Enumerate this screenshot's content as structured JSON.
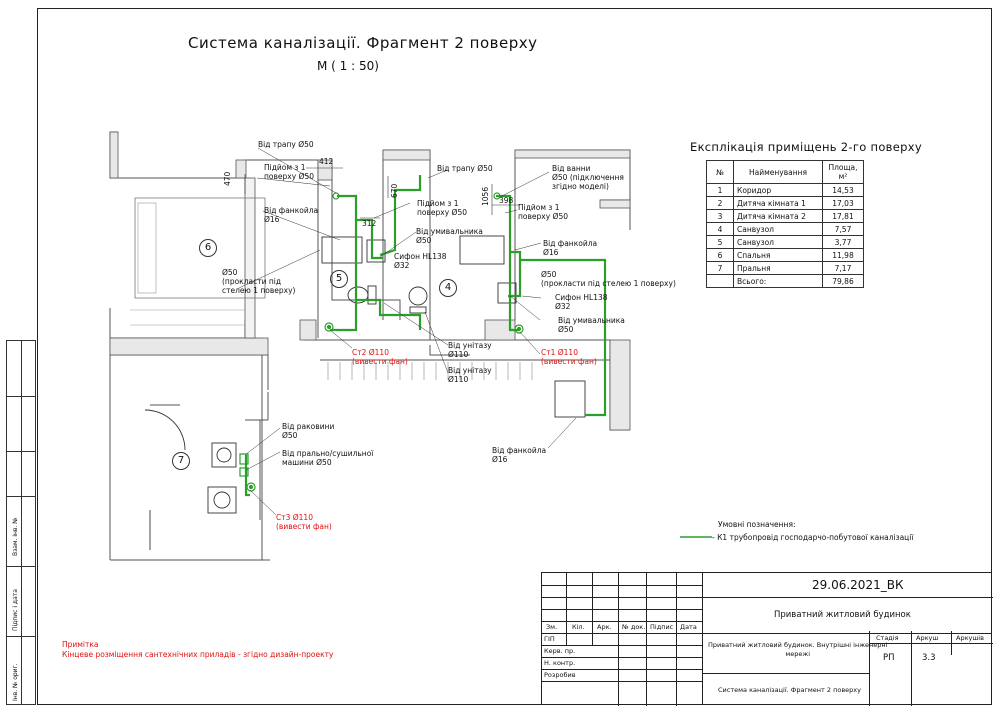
{
  "title": "Система каналізації. Фрагмент 2 поверху",
  "scale": "М ( 1 : 50)",
  "rooms": [
    "6",
    "5",
    "4",
    "7"
  ],
  "dims": [
    "412",
    "470",
    "670",
    "312",
    "1056",
    "398"
  ],
  "labels": {
    "l1": "Від трапу Ø50",
    "l2": "Підйом з 1\nповерху Ø50",
    "l3": "Від фанкойла\nØ16",
    "l4": "Від трапу Ø50",
    "l5": "Від ванни\nØ50 (підключення\nзгідно моделі)",
    "l6": "Підйом з 1\nповерху Ø50",
    "l7": "Підйом з 1\nповерху Ø50",
    "l8": "Від умивальника\nØ50",
    "l9": "Сифон HL138\nØ32",
    "l10": "Від фанкойла\nØ16",
    "l11": "Ø50\n(прокласти під\nстелею 1 поверху)",
    "l12": "Ø50\n(прокласти під стелею 1 поверху)",
    "l13": "Сифон HL138\nØ32",
    "l14": "Від умивальника\nØ50",
    "l15": "Від унітазу\nØ110",
    "l16": "Від унітазу\nØ110",
    "l17": "Від фанкойла\nØ16",
    "l18": "Від раковини\nØ50",
    "l19": "Від прально/сушильної\nмашини Ø50"
  },
  "risers": {
    "st2": "Ст2 Ø110\n(вивести фан)",
    "st1": "Ст1 Ø110\n(вивести фан)",
    "st3": "Ст3 Ø110\n(вивести фан)"
  },
  "explication": {
    "title": "Експлікація приміщень 2-го поверху",
    "headers": [
      "№",
      "Найменування",
      "Площа, м²"
    ],
    "rows": [
      {
        "n": "1",
        "name": "Коридор",
        "area": "14,53"
      },
      {
        "n": "2",
        "name": "Дитяча кімната 1",
        "area": "17,03"
      },
      {
        "n": "3",
        "name": "Дитяча кімната 2",
        "area": "17,81"
      },
      {
        "n": "4",
        "name": "Санвузол",
        "area": "7,57"
      },
      {
        "n": "5",
        "name": "Санвузол",
        "area": "3,77"
      },
      {
        "n": "6",
        "name": "Спальня",
        "area": "11,98"
      },
      {
        "n": "7",
        "name": "Пральня",
        "area": "7,17"
      }
    ],
    "total_label": "Всього:",
    "total": "79,86"
  },
  "legend": {
    "title": "Умовні позначення:",
    "item": "- К1 трубопровід господарчо-побутової каналізації",
    "color": "#2aa02a"
  },
  "note": {
    "title": "Примітка",
    "text": "Кінцеве розміщення сантехнічних приладів - згідно дизайн-проекту"
  },
  "sidebar": [
    "Інв. № ориг.",
    "Підпис і дата",
    "Взам. інв. №"
  ],
  "stamp": {
    "code": "29.06.2021_ВК",
    "object": "Приватний житловий будинок",
    "section": "Приватний житловий будинок. Внутрішні інженерні\nмережі",
    "sheet_title": "Система каналізації. Фрагмент 2 поверху",
    "cols": [
      "Зм.",
      "Кіл.",
      "Арк.",
      "№ док.",
      "Підпис",
      "Дата"
    ],
    "roles": [
      "ГІП",
      "Керв. пр.",
      "Н. контр.",
      "Розробив"
    ],
    "stage_label": "Стадія",
    "sheet_label": "Аркуш",
    "sheets_label": "Аркушів",
    "stage": "РП",
    "sheet": "3.3"
  }
}
